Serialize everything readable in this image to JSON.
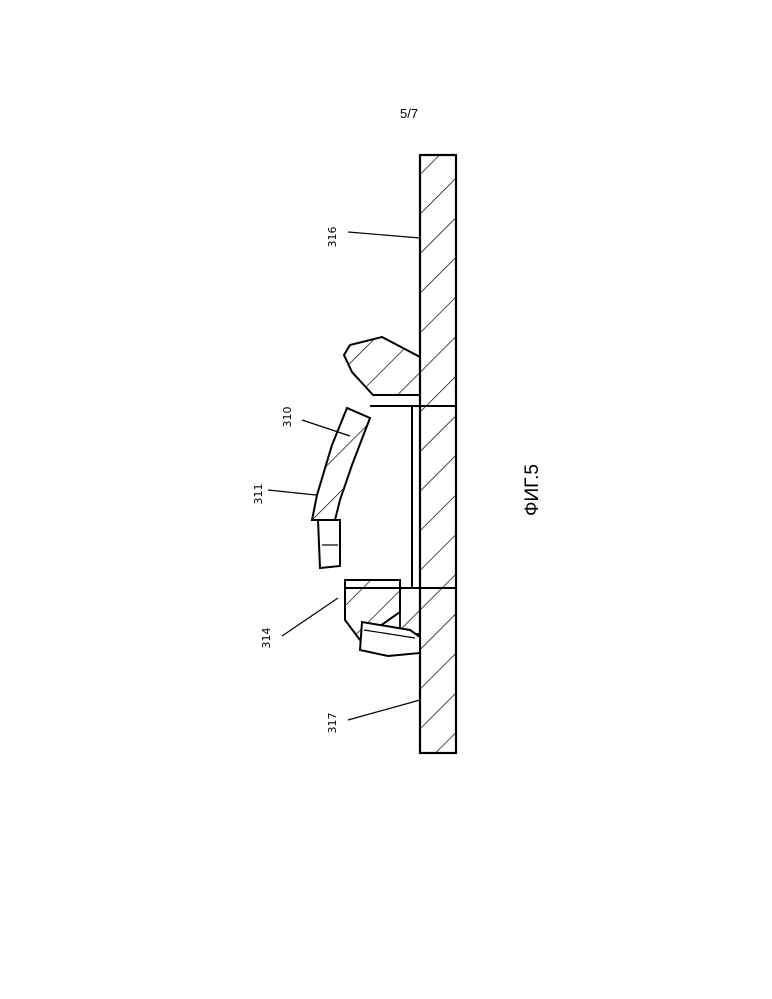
{
  "page": {
    "number": "5/7"
  },
  "figure": {
    "caption": "ФИГ.5",
    "reference_numerals": [
      "316",
      "310",
      "311",
      "314",
      "317"
    ]
  }
}
